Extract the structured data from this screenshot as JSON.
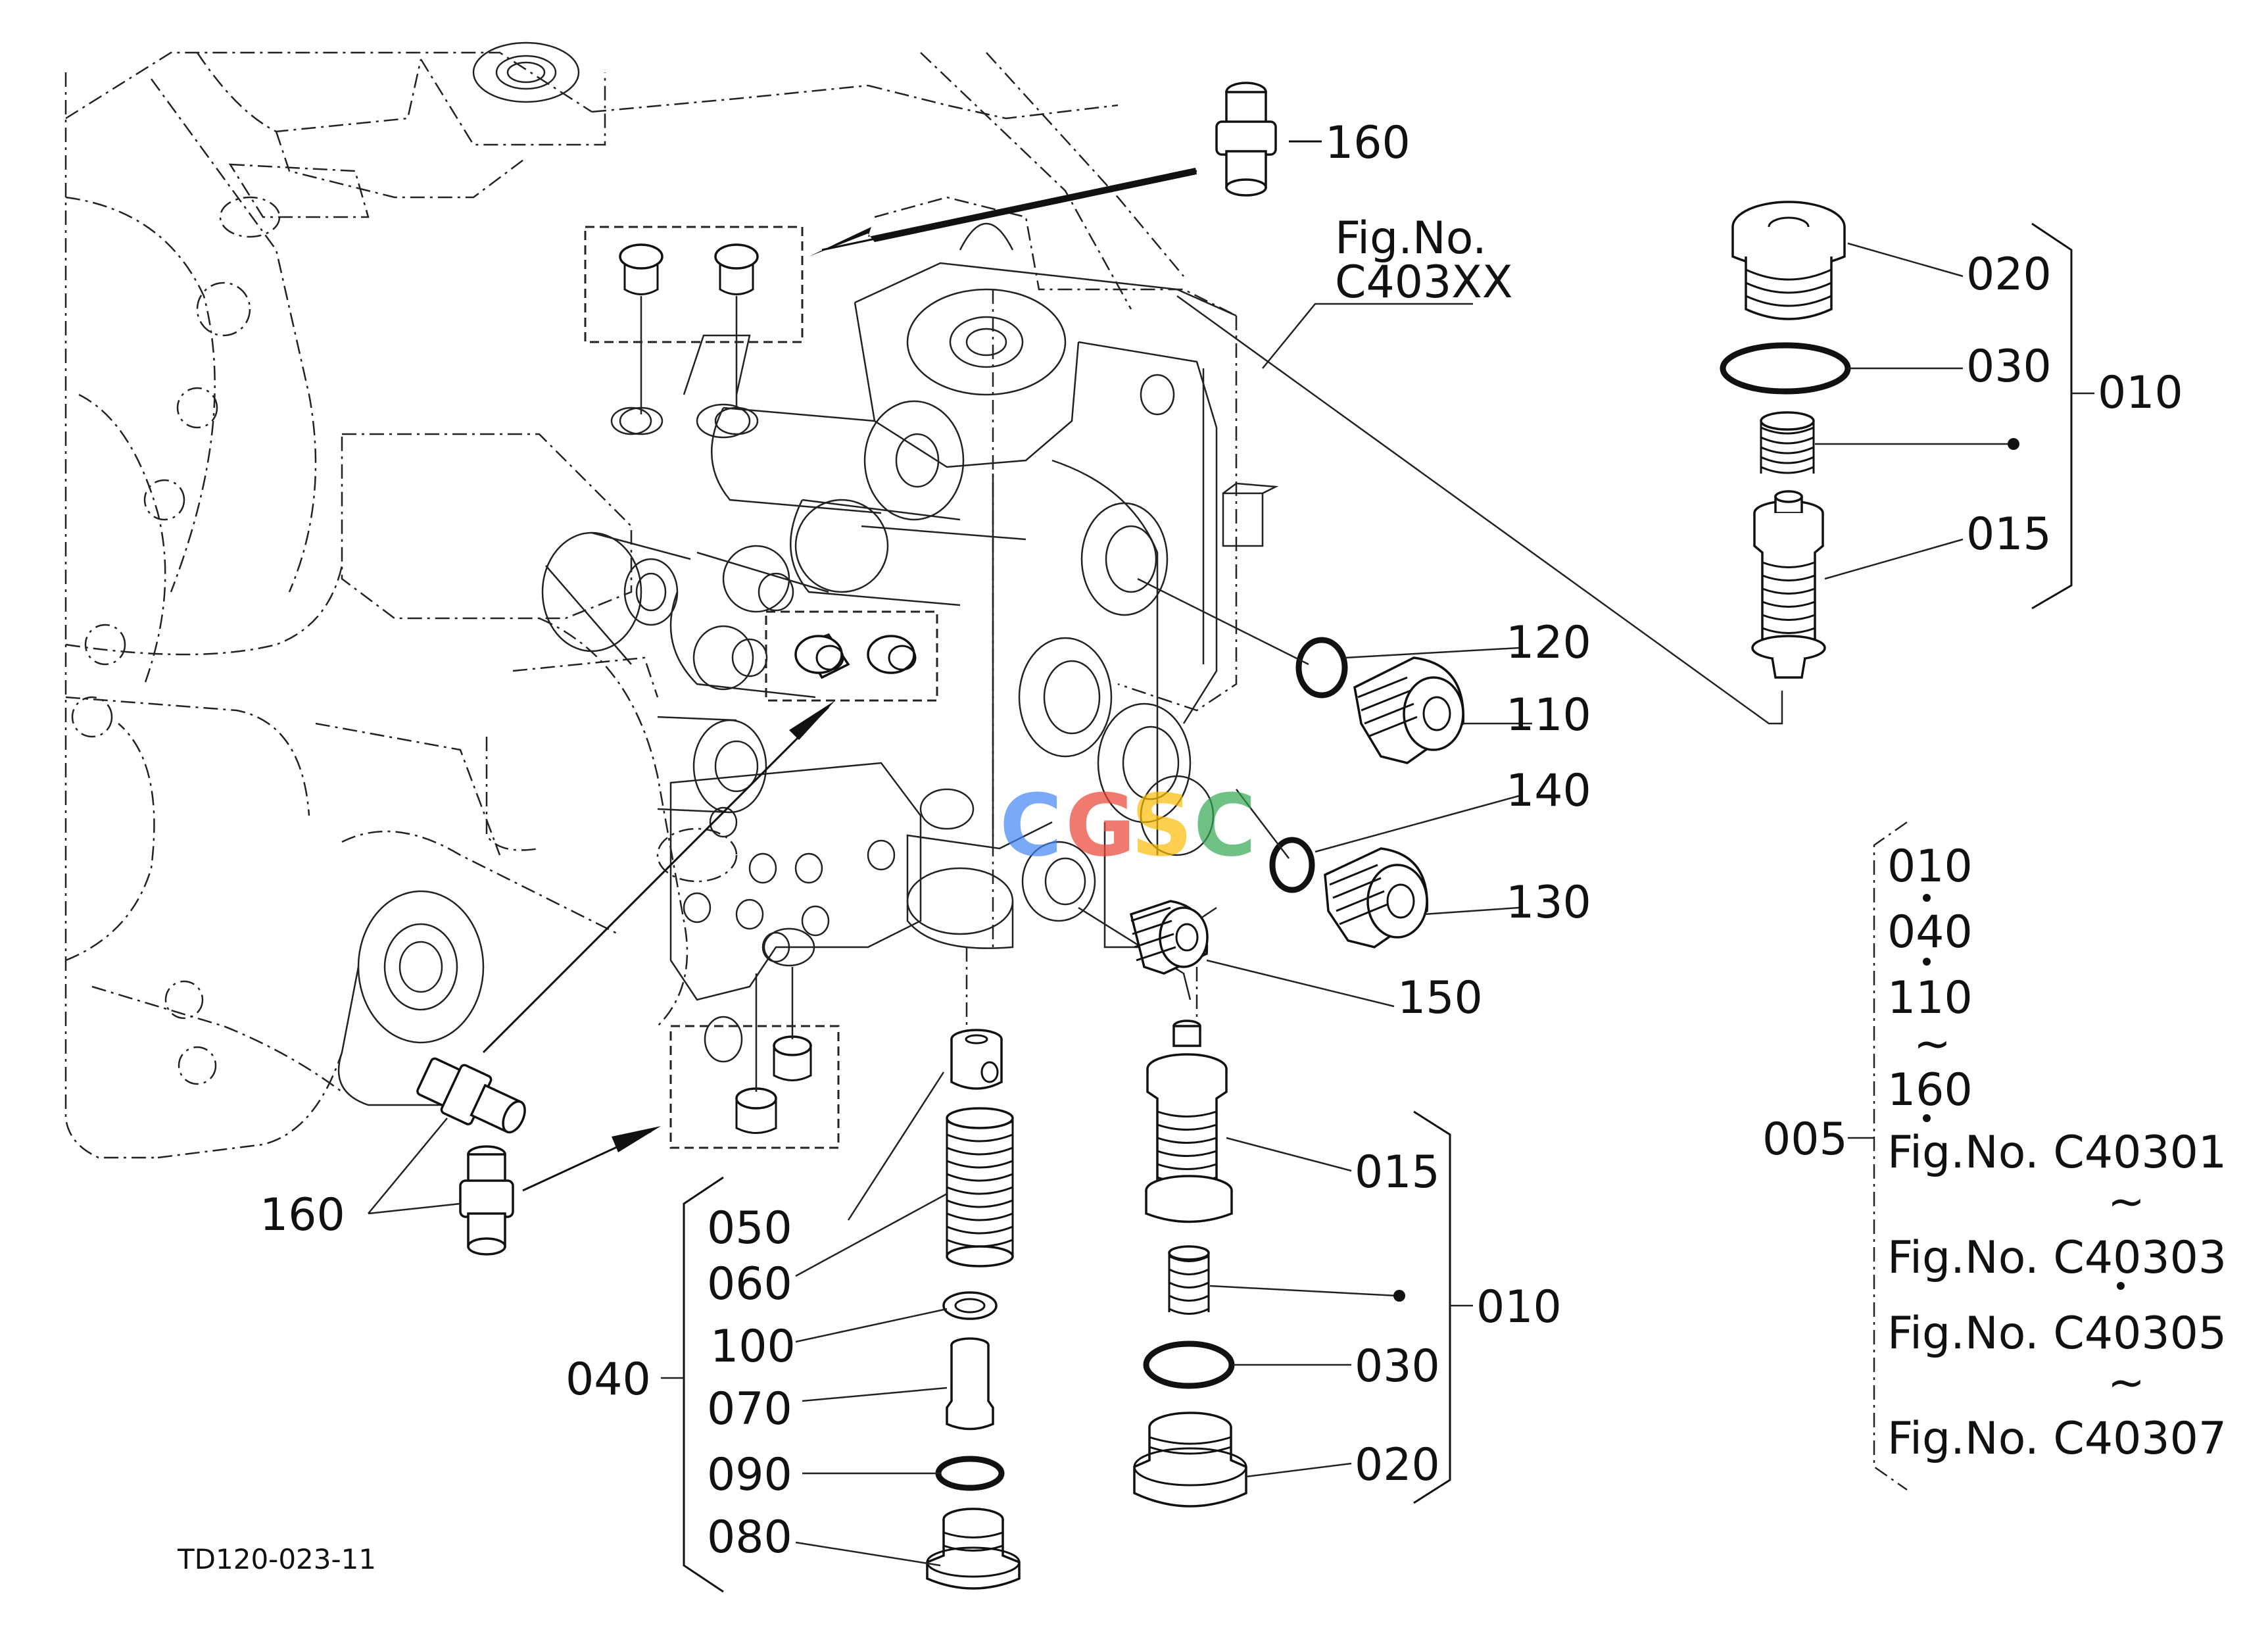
{
  "diagram": {
    "watermark": "CGSC",
    "watermark_colors": [
      "#4285F4",
      "#EA4335",
      "#FBBC05",
      "#34A853"
    ],
    "drawing_code": "TD120-023-11",
    "fig_ref": {
      "line1": "Fig.No.",
      "line2": "C403XX"
    },
    "callouts": {
      "c160_top": "160",
      "c160_bottom": "160",
      "c020_top": "020",
      "c030_top": "030",
      "c010_top": "010",
      "c015_top": "015",
      "c120": "120",
      "c110": "110",
      "c140": "140",
      "c130": "130",
      "c150": "150",
      "c050": "050",
      "c060": "060",
      "c100": "100",
      "c040": "040",
      "c070": "070",
      "c090": "090",
      "c080": "080",
      "c015_bottom": "015",
      "c010_bottom": "010",
      "c030_bottom": "030",
      "c020_bottom": "020"
    },
    "assembly_group": {
      "label": "005",
      "items": [
        "010",
        "040",
        "110",
        "160"
      ],
      "figs": [
        "Fig.No. C40301",
        "Fig.No. C40303",
        "Fig.No. C40305",
        "Fig.No. C40307"
      ]
    }
  }
}
